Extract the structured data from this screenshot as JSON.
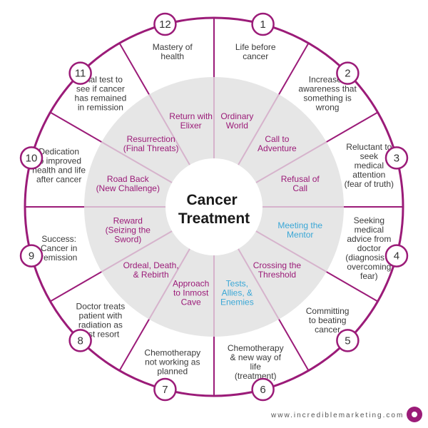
{
  "center_title": [
    "Cancer",
    "Treatment"
  ],
  "outer_steps": [
    {
      "number": "1",
      "text": [
        "Life before",
        "cancer"
      ]
    },
    {
      "number": "2",
      "text": [
        "Increased",
        "awareness that",
        "something is",
        "wrong"
      ]
    },
    {
      "number": "3",
      "text": [
        "Reluctant to",
        "seek",
        "medical",
        "attention",
        "(fear of truth)"
      ]
    },
    {
      "number": "4",
      "text": [
        "Seeking",
        "medical",
        "advice from",
        "doctor",
        "(diagnosis &",
        "overcoming",
        "fear)"
      ]
    },
    {
      "number": "5",
      "text": [
        "Committing",
        "to beating",
        "cancer"
      ]
    },
    {
      "number": "6",
      "text": [
        "Chemotherapy",
        "& new way of",
        "life",
        "(treatment)"
      ]
    },
    {
      "number": "7",
      "text": [
        "Chemotherapy",
        "not working as",
        "planned"
      ]
    },
    {
      "number": "8",
      "text": [
        "Doctor treats",
        "patient with",
        "radiation as",
        "last resort"
      ]
    },
    {
      "number": "9",
      "text": [
        "Success:",
        "Cancer in",
        "remission"
      ]
    },
    {
      "number": "10",
      "text": [
        "Dedication",
        "to improved",
        "health and life",
        "after cancer"
      ]
    },
    {
      "number": "11",
      "text": [
        "Final test to",
        "see if cancer",
        "has remained",
        "in remission"
      ]
    },
    {
      "number": "12",
      "text": [
        "Mastery of",
        "health"
      ]
    }
  ],
  "stages": [
    {
      "text": [
        "Ordinary",
        "World"
      ],
      "color": "#9b1b78"
    },
    {
      "text": [
        "Call to",
        "Adventure"
      ],
      "color": "#9b1b78"
    },
    {
      "text": [
        "Refusal of",
        "Call"
      ],
      "color": "#9b1b78"
    },
    {
      "text": [
        "Meeting the",
        "Mentor"
      ],
      "color": "#3aa7d6"
    },
    {
      "text": [
        "Crossing the",
        "Threshold"
      ],
      "color": "#9b1b78"
    },
    {
      "text": [
        "Tests,",
        "Allies, &",
        "Enemies"
      ],
      "color": "#3aa7d6"
    },
    {
      "text": [
        "Approach",
        "to Inmost",
        "Cave"
      ],
      "color": "#9b1b78"
    },
    {
      "text": [
        "Ordeal, Death,",
        "& Rebirth"
      ],
      "color": "#9b1b78"
    },
    {
      "text": [
        "Reward",
        "(Seizing the",
        "Sword)"
      ],
      "color": "#9b1b78"
    },
    {
      "text": [
        "Road Back",
        "(New Challenge)"
      ],
      "color": "#9b1b78"
    },
    {
      "text": [
        "Resurrection",
        "(Final Threats)"
      ],
      "color": "#9b1b78"
    },
    {
      "text": [
        "Return with",
        "Elixer"
      ],
      "color": "#9b1b78"
    }
  ],
  "footer": "www.incrediblemarketing.com",
  "colors": {
    "primary": "#9b1b78",
    "accent": "#3aa7d6",
    "inner_fill": "#e6e6e6",
    "spoke": "#d6b3cc"
  }
}
